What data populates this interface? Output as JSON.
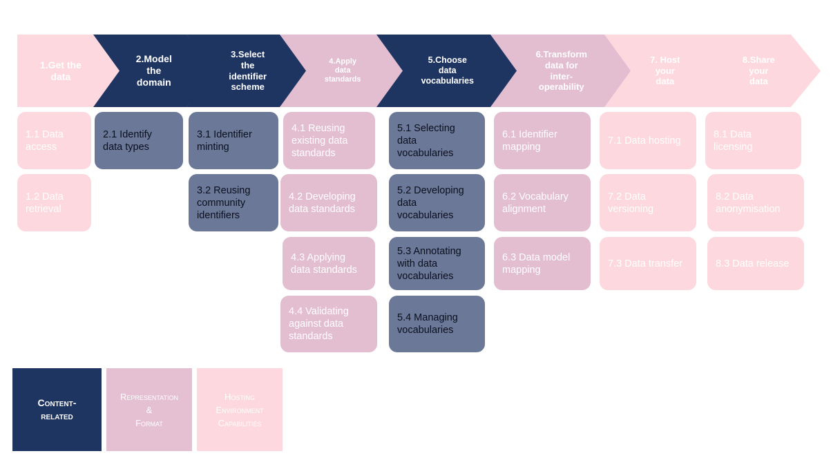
{
  "colors": {
    "content_dark": "#1e3461",
    "content_box": "#6b7897",
    "representation": "#e3bdd0",
    "hosting": "#fdd8de"
  },
  "steps": [
    {
      "label": "1.Get the\ndata",
      "category": "hosting"
    },
    {
      "label": "2.Model\nthe\ndomain",
      "category": "content"
    },
    {
      "label": "3.Select\nthe\nidentifier\nscheme",
      "category": "content"
    },
    {
      "label": "4.Apply\ndata\nstandards",
      "category": "representation"
    },
    {
      "label": "5.Choose\ndata\nvocabularies",
      "category": "content"
    },
    {
      "label": "6.Transform\ndata for\ninter-\noperability",
      "category": "representation"
    },
    {
      "label": "7. Host\nyour\ndata",
      "category": "hosting"
    },
    {
      "label": "8.Share\nyour\ndata",
      "category": "hosting"
    }
  ],
  "substeps": [
    {
      "step": 1,
      "label": "1.1 Data\naccess"
    },
    {
      "step": 1,
      "label": "1.2 Data\nretrieval"
    },
    {
      "step": 2,
      "label": "2.1 Identify\ndata types"
    },
    {
      "step": 3,
      "label": "3.1 Identifier\nminting"
    },
    {
      "step": 3,
      "label": "3.2 Reusing\ncommunity\nidentifiers"
    },
    {
      "step": 4,
      "label": "4.1 Reusing\nexisting data\nstandards"
    },
    {
      "step": 4,
      "label": "4.2 Developing\ndata standards"
    },
    {
      "step": 4,
      "label": "4.3 Applying\ndata standards"
    },
    {
      "step": 4,
      "label": "4.4 Validating\nagainst data\nstandards"
    },
    {
      "step": 5,
      "label": "5.1 Selecting\ndata\nvocabularies"
    },
    {
      "step": 5,
      "label": "5.2 Developing\ndata\nvocabularies"
    },
    {
      "step": 5,
      "label": "5.3 Annotating\nwith data\nvocabularies"
    },
    {
      "step": 5,
      "label": "5.4 Managing\nvocabularies"
    },
    {
      "step": 6,
      "label": "6.1 Identifier\nmapping"
    },
    {
      "step": 6,
      "label": "6.2 Vocabulary\nalignment"
    },
    {
      "step": 6,
      "label": "6.3 Data model\nmapping"
    },
    {
      "step": 7,
      "label": "7.1 Data hosting"
    },
    {
      "step": 7,
      "label": "7.2 Data\nversioning"
    },
    {
      "step": 7,
      "label": "7.3 Data transfer"
    },
    {
      "step": 8,
      "label": "8.1 Data\nlicensing"
    },
    {
      "step": 8,
      "label": "8.2 Data\nanonymisation"
    },
    {
      "step": 8,
      "label": "8.3 Data release"
    }
  ],
  "legend": [
    {
      "label": "Content-\nrelated",
      "category": "content"
    },
    {
      "label": "Representation\n&\nFormat",
      "category": "representation"
    },
    {
      "label": "Hosting\nEnvironment\nCapabilities",
      "category": "hosting"
    }
  ]
}
